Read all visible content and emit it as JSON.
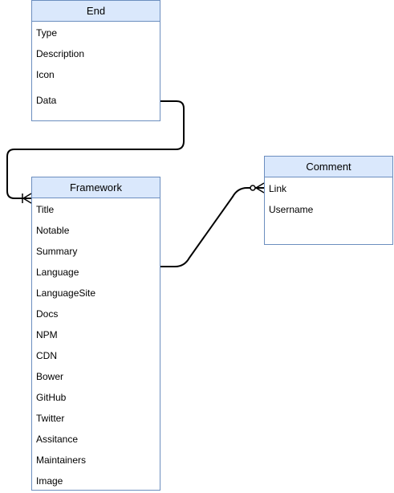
{
  "entities": {
    "end": {
      "title": "End",
      "fields": [
        "Type",
        "Description",
        "Icon",
        "Data"
      ]
    },
    "framework": {
      "title": "Framework",
      "fields": [
        "Title",
        "Notable",
        "Summary",
        "Language",
        "LanguageSite",
        "Docs",
        "NPM",
        "CDN",
        "Bower",
        "GitHub",
        "Twitter",
        "Assitance",
        "Maintainers",
        "Image"
      ]
    },
    "comment": {
      "title": "Comment",
      "fields": [
        "Link",
        "Username"
      ]
    }
  },
  "colors": {
    "header_fill": "#dae8fc",
    "border": "#6c8ebf",
    "connector": "#000000"
  },
  "relationships": [
    {
      "from": "End.Data",
      "to": "Framework",
      "notation": "one-or-many"
    },
    {
      "from": "Framework.Language",
      "to": "Comment.Link",
      "notation": "zero-or-many"
    }
  ]
}
